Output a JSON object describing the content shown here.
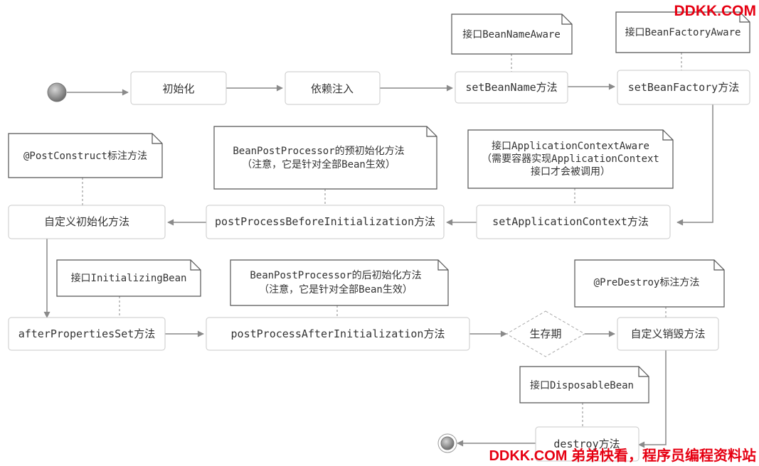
{
  "watermarks": {
    "top": "DDKK.COM",
    "bottom": "DDKK.COM 弟弟快看，程序员编程资料站"
  },
  "nodes": {
    "init": "初始化",
    "di": "依赖注入",
    "set_bean_name": "setBeanName方法",
    "set_bean_factory": "setBeanFactory方法",
    "set_app_ctx": "setApplicationContext方法",
    "post_before": "postProcessBeforeInitialization方法",
    "custom_init": "自定义初始化方法",
    "after_props": "afterPropertiesSet方法",
    "post_after": "postProcessAfterInitialization方法",
    "lifetime": "生存期",
    "custom_destroy": "自定义销毁方法",
    "destroy": "destroy方法"
  },
  "notes": {
    "bean_name_aware": [
      "接口BeanNameAware"
    ],
    "bean_factory_aware": [
      "接口BeanFactoryAware"
    ],
    "post_construct": [
      "@PostConstruct标注方法"
    ],
    "bpp_before": [
      "BeanPostProcessor的预初始化方法",
      "（注意，它是针对全部Bean生效）"
    ],
    "app_ctx_aware": [
      "接口ApplicationContextAware",
      "（需要容器实现ApplicationContext",
      "接口才会被调用）"
    ],
    "initializing_bean": [
      "接口InitializingBean"
    ],
    "bpp_after": [
      "BeanPostProcessor的后初始化方法",
      "（注意，它是针对全部Bean生效）"
    ],
    "pre_destroy": [
      "@PreDestroy标注方法"
    ],
    "disposable_bean": [
      "接口DisposableBean"
    ]
  },
  "icons": {
    "start": "start-node-icon",
    "end": "end-node-icon"
  },
  "colors": {
    "node_fill": "#8a8a8a",
    "watermark": "#e60012"
  }
}
